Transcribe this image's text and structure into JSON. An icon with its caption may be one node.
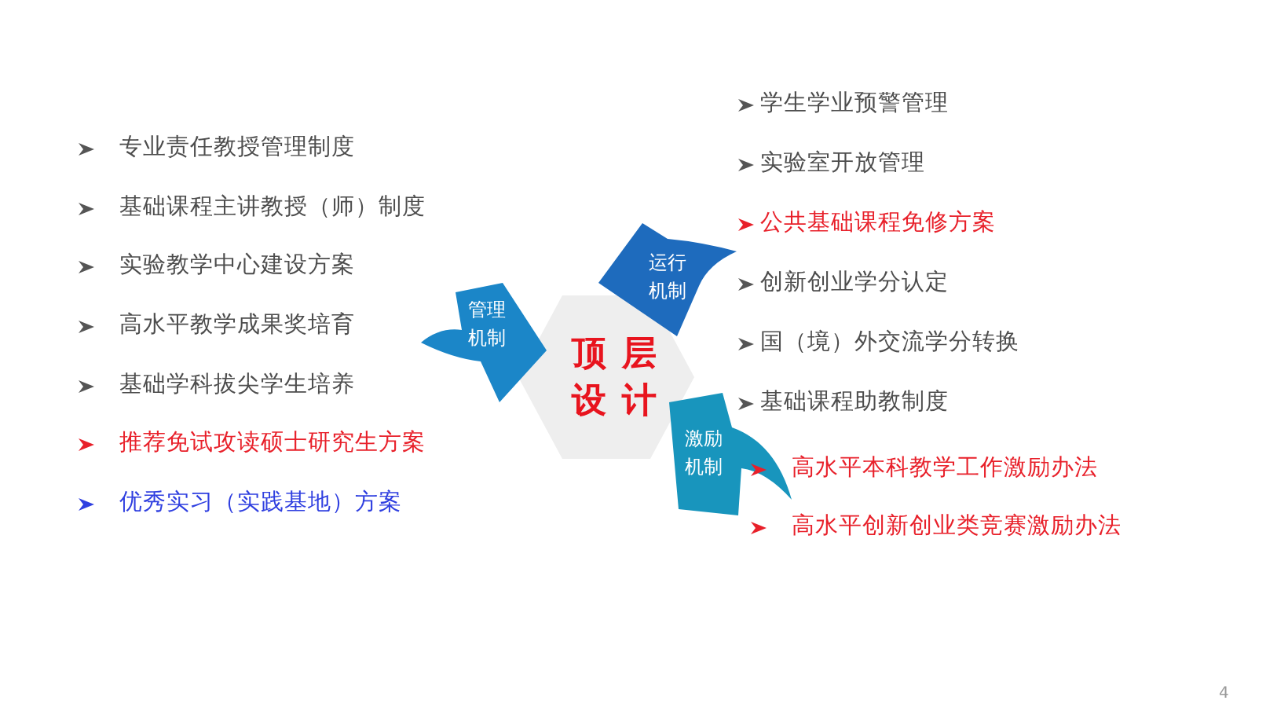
{
  "diagram": {
    "nodes": [
      {
        "text": [
          "顶层设计"
        ]
      },
      {
        "text": [
          "管理机制"
        ]
      },
      {
        "text": [
          "运行机制"
        ]
      },
      {
        "text": [
          "激励机制"
        ]
      }
    ],
    "labels": [
      "专业责任教授管理制度",
      "基础课程主讲教授（师）制度",
      "实验教学中心建设方案",
      "高水平教学成果奖培育",
      "基础学科拔尖学生培养",
      "推荐免试攻读硕士研究生方案",
      "优秀实习（实践基地）方案",
      "学生学业预警管理",
      "实验室开放管理",
      "公共基础课程免修方案",
      "创新创业学分认定",
      "国（境）外交流学分转换",
      "基础课程助教制度",
      "高水平本科教学工作激励办法",
      "高水平创新创业类竞赛激励办法",
      "4"
    ]
  }
}
